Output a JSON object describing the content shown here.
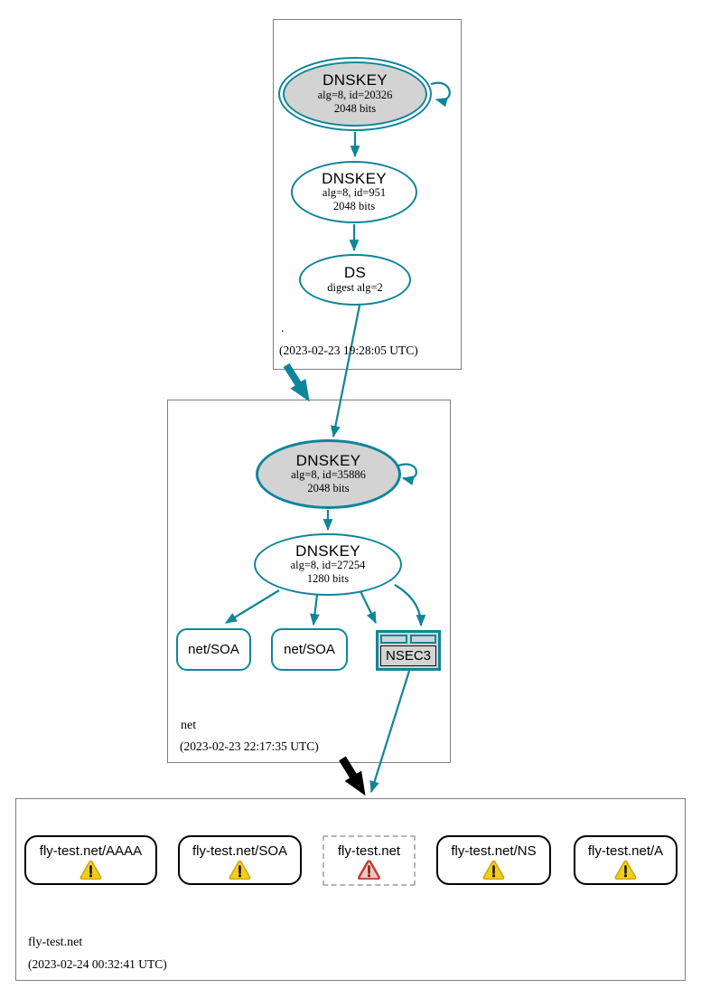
{
  "diagram": {
    "zones": {
      "root": {
        "label": ".",
        "timestamp": "(2023-02-23 19:28:05 UTC)",
        "nodes": {
          "ksk": {
            "title": "DNSKEY",
            "line1": "alg=8, id=20326",
            "line2": "2048 bits"
          },
          "zsk": {
            "title": "DNSKEY",
            "line1": "alg=8, id=951",
            "line2": "2048 bits"
          },
          "ds": {
            "title": "DS",
            "line1": "digest alg=2"
          }
        }
      },
      "net": {
        "label": "net",
        "timestamp": "(2023-02-23 22:17:35 UTC)",
        "nodes": {
          "ksk": {
            "title": "DNSKEY",
            "line1": "alg=8, id=35886",
            "line2": "2048 bits"
          },
          "zsk": {
            "title": "DNSKEY",
            "line1": "alg=8, id=27254",
            "line2": "1280 bits"
          },
          "soa1": {
            "label": "net/SOA"
          },
          "soa2": {
            "label": "net/SOA"
          },
          "nsec3": {
            "label": "NSEC3"
          }
        }
      },
      "flytest": {
        "label": "fly-test.net",
        "timestamp": "(2023-02-24 00:32:41 UTC)",
        "nodes": {
          "aaaa": {
            "label": "fly-test.net/AAAA",
            "status": "warning"
          },
          "soa": {
            "label": "fly-test.net/SOA",
            "status": "warning"
          },
          "apex": {
            "label": "fly-test.net",
            "status": "error"
          },
          "ns": {
            "label": "fly-test.net/NS",
            "status": "warning"
          },
          "a": {
            "label": "fly-test.net/A",
            "status": "warning"
          }
        }
      }
    },
    "icons": {
      "warning": "warning-triangle-icon",
      "error": "error-triangle-icon"
    }
  },
  "colors": {
    "secure_teal": "#0f8599",
    "node_fill_gray": "#d3d3d3",
    "box_border_gray": "#7f7f7f",
    "warning_fill": "#f4cd1b",
    "warning_border": "#c9a511",
    "error_border": "#c0362c",
    "error_fill": "#eec8c5",
    "insecure_black": "#000000",
    "dashed_gray": "#b5b5b5"
  }
}
